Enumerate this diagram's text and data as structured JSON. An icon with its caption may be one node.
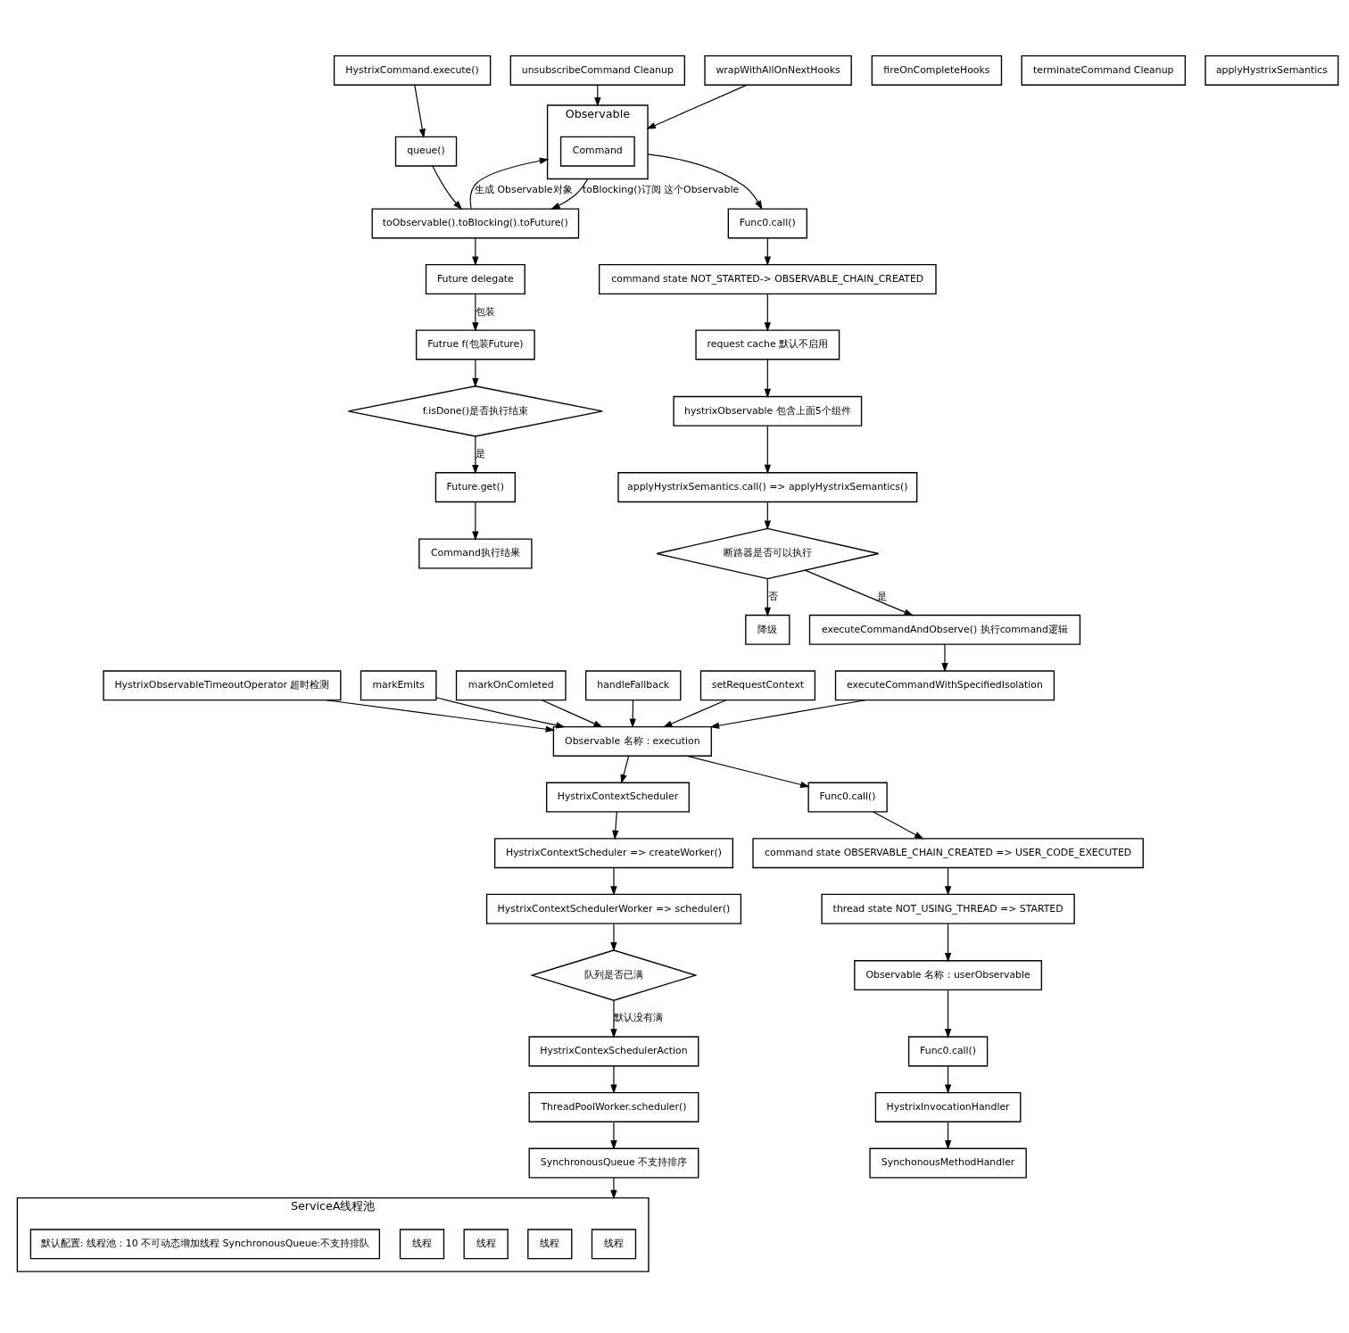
{
  "diagram": {
    "nodes": [
      {
        "text": [
          "HystrixCommand.execute()"
        ]
      },
      {
        "text": [
          "queue()"
        ]
      },
      {
        "text": [
          "toObservable().toBlocking().toFuture()"
        ]
      },
      {
        "text": [
          "Future delegate"
        ]
      },
      {
        "text": [
          "Futrue f(包装Future)"
        ]
      },
      {
        "text": [
          "f.isDone()是否执行结束"
        ]
      },
      {
        "text": [
          "Future.get()"
        ]
      },
      {
        "text": [
          "Command执行结果"
        ]
      },
      {
        "text": [
          "fireOnCompleteHooks"
        ]
      },
      {
        "text": [
          "terminateCommand Cleanup"
        ]
      },
      {
        "text": [
          "applyHystrixSemantics"
        ]
      },
      {
        "text": [
          "unsubscribeCommand Cleanup"
        ]
      },
      {
        "text": [
          "wrapWithAllOnNextHooks"
        ]
      },
      {
        "text": [
          "Observable"
        ]
      },
      {
        "text": [
          "Command"
        ],
        "in": 13
      },
      {
        "text": [
          "Func0.call()"
        ]
      },
      {
        "text": [
          "command state NOT_STARTED-> OBSERVABLE_CHAIN_CREATED"
        ]
      },
      {
        "text": [
          "request cache 默认不启用"
        ]
      },
      {
        "text": [
          "hystrixObservable 包含上面5个组件"
        ]
      },
      {
        "text": [
          "applyHystrixSemantics.call() => applyHystrixSemantics()"
        ]
      },
      {
        "text": [
          "断路器是否可以执行"
        ]
      },
      {
        "text": [
          "降级"
        ]
      },
      {
        "text": [
          "executeCommandAndObserve() 执行command逻辑"
        ]
      },
      {
        "text": [
          "executeCommandWithSpecifiedIsolation"
        ]
      },
      {
        "text": [
          "HystrixObservableTimeoutOperator 超时检测"
        ]
      },
      {
        "text": [
          "markEmits"
        ]
      },
      {
        "text": [
          "markOnComleted"
        ]
      },
      {
        "text": [
          "handleFallback"
        ]
      },
      {
        "text": [
          "setRequestContext"
        ]
      },
      {
        "text": [
          "Observable 名称：execution"
        ]
      },
      {
        "text": [
          "HystrixContextScheduler"
        ]
      },
      {
        "text": [
          "HystrixContextScheduler => createWorker()"
        ]
      },
      {
        "text": [
          "HystrixContextSchedulerWorker => scheduler()"
        ]
      },
      {
        "text": [
          "队列是否已满"
        ]
      },
      {
        "text": [
          "HystrixContexSchedulerAction"
        ]
      },
      {
        "text": [
          "ThreadPoolWorker.scheduler()"
        ]
      },
      {
        "text": [
          "SynchronousQueue 不支持排序"
        ]
      },
      {
        "text": [
          "ServiceA线程池"
        ]
      },
      {
        "text": [
          "线程"
        ],
        "in": 37
      },
      {
        "text": [
          "线程"
        ],
        "in": 37
      },
      {
        "text": [
          "线程"
        ],
        "in": 37
      },
      {
        "text": [
          "线程"
        ],
        "in": 37
      },
      {
        "text": [
          "默认配置: 线程池：10 不可动态增加线程 SynchronousQueue:不支持排队"
        ],
        "in": 37
      },
      {
        "text": [
          "Func0.call()"
        ]
      },
      {
        "text": [
          "command state OBSERVABLE_CHAIN_CREATED => USER_CODE_EXECUTED"
        ]
      },
      {
        "text": [
          "thread state NOT_USING_THREAD => STARTED"
        ]
      },
      {
        "text": [
          "Observable 名称：userObservable"
        ]
      },
      {
        "text": [
          "Func0.call()"
        ]
      },
      {
        "text": [
          "HystrixInvocationHandler"
        ]
      },
      {
        "text": [
          "SynchonousMethodHandler"
        ]
      }
    ],
    "edges": [
      {
        "from": 0,
        "to": 1,
        "arrow": "to"
      },
      {
        "from": 1,
        "to": 2,
        "arrow": "to"
      },
      {
        "from": 2,
        "to": 13,
        "arrow": "to",
        "label": "生成 Observable对象"
      },
      {
        "from": 13,
        "to": 2,
        "arrow": "to",
        "label": "toBlocking()订阅 这个Observable"
      },
      {
        "from": 2,
        "to": 3,
        "arrow": "to"
      },
      {
        "from": 3,
        "to": 4,
        "arrow": "to",
        "label": "包装"
      },
      {
        "from": 4,
        "to": 5,
        "arrow": "to"
      },
      {
        "from": 5,
        "to": 6,
        "arrow": "to",
        "label": "是"
      },
      {
        "from": 6,
        "to": 7,
        "arrow": "to"
      },
      {
        "from": 11,
        "to": 13,
        "arrow": "to"
      },
      {
        "from": 12,
        "to": 13,
        "arrow": "to"
      },
      {
        "from": 13,
        "to": 15,
        "arrow": "to"
      },
      {
        "from": 15,
        "to": 16,
        "arrow": "to"
      },
      {
        "from": 16,
        "to": 17,
        "arrow": "to"
      },
      {
        "from": 17,
        "to": 18,
        "arrow": "to"
      },
      {
        "from": 18,
        "to": 19,
        "arrow": "to"
      },
      {
        "from": 19,
        "to": 20,
        "arrow": "to"
      },
      {
        "from": 20,
        "to": 21,
        "arrow": "to",
        "label": "否"
      },
      {
        "from": 20,
        "to": 22,
        "arrow": "to",
        "label": "是"
      },
      {
        "from": 22,
        "to": 23,
        "arrow": "to"
      },
      {
        "from": 23,
        "to": 29,
        "arrow": "to"
      },
      {
        "from": 24,
        "to": 29,
        "arrow": "to"
      },
      {
        "from": 25,
        "to": 29,
        "arrow": "to"
      },
      {
        "from": 26,
        "to": 29,
        "arrow": "to"
      },
      {
        "from": 27,
        "to": 29,
        "arrow": "to"
      },
      {
        "from": 28,
        "to": 29,
        "arrow": "to"
      },
      {
        "from": 29,
        "to": 30,
        "arrow": "to"
      },
      {
        "from": 30,
        "to": 31,
        "arrow": "to"
      },
      {
        "from": 31,
        "to": 32,
        "arrow": "to"
      },
      {
        "from": 32,
        "to": 33,
        "arrow": "to"
      },
      {
        "from": 33,
        "to": 34,
        "arrow": "to",
        "label": "默认没有满"
      },
      {
        "from": 34,
        "to": 35,
        "arrow": "to"
      },
      {
        "from": 35,
        "to": 36,
        "arrow": "to"
      },
      {
        "from": 36,
        "to": 37,
        "arrow": "to"
      },
      {
        "from": 29,
        "to": 43,
        "arrow": "to"
      },
      {
        "from": 43,
        "to": 44,
        "arrow": "to"
      },
      {
        "from": 44,
        "to": 45,
        "arrow": "to"
      },
      {
        "from": 45,
        "to": 46,
        "arrow": "to"
      },
      {
        "from": 46,
        "to": 47,
        "arrow": "to"
      },
      {
        "from": 47,
        "to": 48,
        "arrow": "to"
      },
      {
        "from": 48,
        "to": 49,
        "arrow": "to"
      }
    ]
  }
}
